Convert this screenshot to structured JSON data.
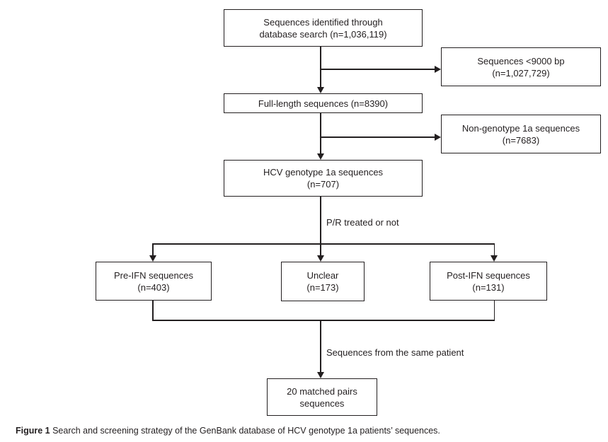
{
  "figure": {
    "background_color": "#ffffff",
    "line_color": "#231f20"
  },
  "boxes": {
    "identified": {
      "text": "Sequences identified through\ndatabase search (n=1,036,119)"
    },
    "excluded_short": {
      "text": "Sequences <9000 bp\n(n=1,027,729)"
    },
    "full_length": {
      "text": "Full-length sequences (n=8390)"
    },
    "excluded_non1a": {
      "text": "Non-genotype 1a sequences\n(n=7683)"
    },
    "genotype1a": {
      "text": "HCV genotype 1a sequences\n(n=707)"
    },
    "pre_ifn": {
      "text": "Pre-IFN sequences\n(n=403)"
    },
    "unclear": {
      "text": "Unclear\n(n=173)"
    },
    "post_ifn": {
      "text": "Post-IFN sequences\n(n=131)"
    },
    "matched": {
      "text": "20 matched pairs\nsequences"
    }
  },
  "labels": {
    "pr_treated": "P/R treated or not",
    "same_patient": "Sequences from the same patient"
  },
  "caption": {
    "prefix": "Figure 1",
    "text": " Search and screening strategy of the GenBank database of HCV genotype 1a patients’ sequences."
  }
}
